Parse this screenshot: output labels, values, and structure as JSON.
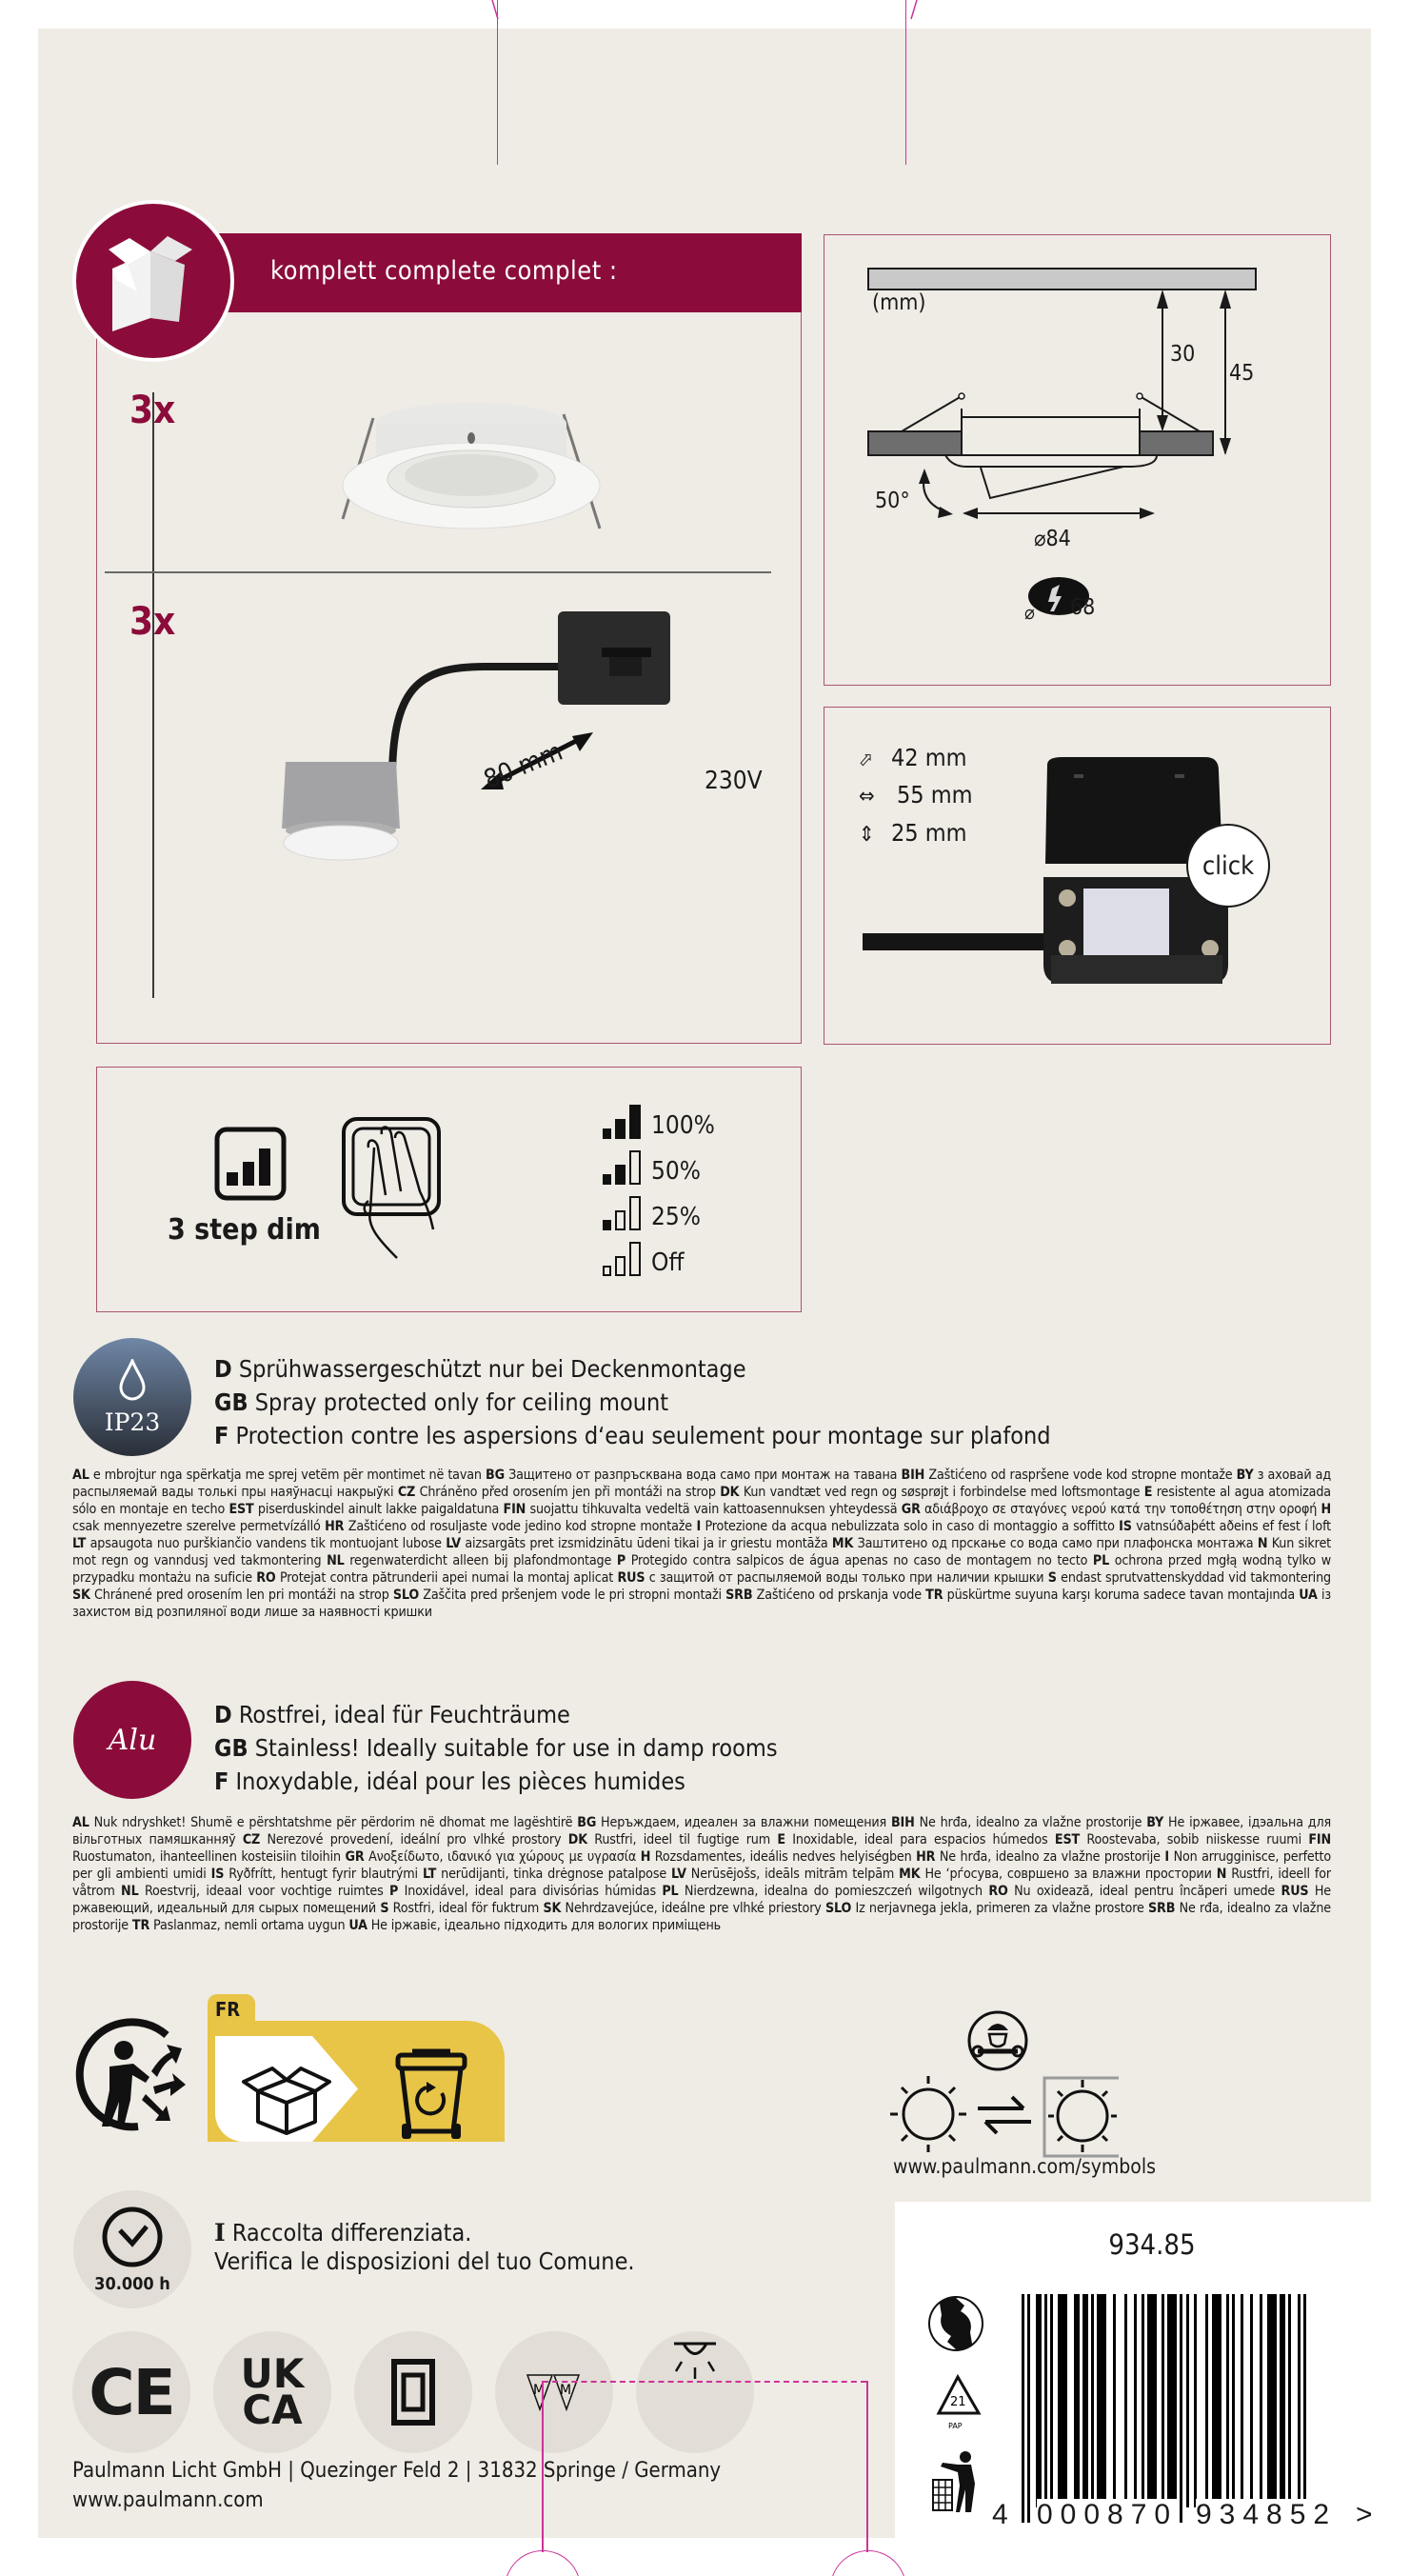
{
  "header": {
    "banner_text": "komplett complete complet :",
    "colors": {
      "maroon": "#8b0c3a",
      "panel_bg": "#efebe5",
      "cutline": "#cc3399",
      "ip_badge": "#3f4a5c",
      "yellow": "#e8c547"
    }
  },
  "contents": {
    "items": [
      {
        "qty": "3x",
        "name": "recessed-fitting"
      },
      {
        "qty": "3x",
        "name": "led-module",
        "cable_length": "80 mm",
        "voltage": "230V"
      }
    ]
  },
  "dimensions_diagram": {
    "unit": "(mm)",
    "depth_min": "30",
    "depth_total": "45",
    "tilt": "50°",
    "outer_diameter": "⌀84",
    "cutout_symbol": "⌀",
    "cutout_diameter": "68"
  },
  "junction_box": {
    "dims": [
      {
        "icon": "⬀",
        "value": "42 mm"
      },
      {
        "icon": "⇔",
        "value": "55 mm"
      },
      {
        "icon": "⇕",
        "value": "25 mm"
      }
    ],
    "callout": "click"
  },
  "dimming": {
    "label": "3 step dim",
    "levels": [
      {
        "bars": [
          1,
          1,
          1
        ],
        "label": "100%"
      },
      {
        "bars": [
          1,
          1,
          0
        ],
        "label": "50%"
      },
      {
        "bars": [
          1,
          0,
          0
        ],
        "label": "25%"
      },
      {
        "bars": [
          0,
          0,
          0
        ],
        "label": "Off"
      }
    ]
  },
  "ip_rating": {
    "badge": "IP23",
    "lines": [
      {
        "code": "D",
        "text": "Sprühwassergeschützt nur bei Deckenmontage"
      },
      {
        "code": "GB",
        "text": "Spray protected only for ceiling mount"
      },
      {
        "code": "F",
        "text": "Protection contre les aspersions d‘eau seulement pour montage sur plafond"
      }
    ],
    "translations": [
      {
        "code": "AL",
        "text": "e mbrojtur nga spërkatja me sprej vetëm për montimet në tavan"
      },
      {
        "code": "BG",
        "text": "Защитено от разпръсквана вода само при монтаж на тавана"
      },
      {
        "code": "BIH",
        "text": "Zaštićeno od raspršene vode kod stropne montaže"
      },
      {
        "code": "BY",
        "text": "з аховай ад распыляемай вады толькі пры наяўнасці накрыўкі"
      },
      {
        "code": "CZ",
        "text": "Chráněno před orosením jen při montáži na strop"
      },
      {
        "code": "DK",
        "text": "Kun vandtæt ved regn og søsprøjt i forbindelse med loftsmontage"
      },
      {
        "code": "E",
        "text": "resistente al agua atomizada sólo en montaje en techo"
      },
      {
        "code": "EST",
        "text": "piserduskindel ainult lakke paigaldatuna"
      },
      {
        "code": "FIN",
        "text": "suojattu tihkuvalta vedeltä vain kattoasennuksen yhteydessä"
      },
      {
        "code": "GR",
        "text": "αδιάβροχο σε σταγόνες νερού κατά την τοποθέτηση στην οροφή"
      },
      {
        "code": "H",
        "text": "csak mennyezetre szerelve permetvízálló"
      },
      {
        "code": "HR",
        "text": "Zaštićeno od rosuljaste vode jedino kod stropne montaže"
      },
      {
        "code": "I",
        "text": "Protezione da acqua nebulizzata solo in caso di montaggio a soffitto"
      },
      {
        "code": "IS",
        "text": "vatnsúðaþétt aðeins ef fest í loft"
      },
      {
        "code": "LT",
        "text": "apsaugota nuo purškiančio vandens tik montuojant lubose"
      },
      {
        "code": "LV",
        "text": "aizsargāts pret izsmidzinātu ūdeni tikai ja ir griestu montāža"
      },
      {
        "code": "MK",
        "text": "Заштитено од прскање со вода само при плафонска монтажа"
      },
      {
        "code": "N",
        "text": "Kun sikret mot regn og vanndusj ved takmontering"
      },
      {
        "code": "NL",
        "text": "regenwaterdicht alleen bij plafondmontage"
      },
      {
        "code": "P",
        "text": "Protegido contra salpicos de água apenas no caso de montagem no tecto"
      },
      {
        "code": "PL",
        "text": "ochrona przed mgłą wodną tylko w przypadku montażu na suficie"
      },
      {
        "code": "RO",
        "text": "Protejat contra pătrunderii apei numai la montaj aplicat"
      },
      {
        "code": "RUS",
        "text": "с защитой от распыляемой воды только при наличии крышки"
      },
      {
        "code": "S",
        "text": "endast sprutvattenskyddad vid takmontering"
      },
      {
        "code": "SK",
        "text": "Chránené pred orosením len pri montáži na strop"
      },
      {
        "code": "SLO",
        "text": "Zaščita pred pršenjem vode le pri stropni montaži"
      },
      {
        "code": "SRB",
        "text": "Zaštićeno od prskanja vode"
      },
      {
        "code": "TR",
        "text": "püskürtme suyuna karşı koruma sadece tavan montajında"
      },
      {
        "code": "UA",
        "text": "із захистом від розпиляної води лише за наявності кришки"
      }
    ]
  },
  "material": {
    "badge": "Alu",
    "lines": [
      {
        "code": "D",
        "text": "Rostfrei, ideal für Feuchträume"
      },
      {
        "code": "GB",
        "text": "Stainless! Ideally suitable for use in damp rooms"
      },
      {
        "code": "F",
        "text": "Inoxydable, idéal pour les pièces humides"
      }
    ],
    "translations": [
      {
        "code": "AL",
        "text": "Nuk ndryshket! Shumë e përshtatshme për përdorim në dhomat me lagështirë"
      },
      {
        "code": "BG",
        "text": "Неръждаем, идеален за влажни помещения"
      },
      {
        "code": "BIH",
        "text": "Ne hrđa, idealno za vlažne prostorije"
      },
      {
        "code": "BY",
        "text": "Не іржавее, ідэальна для вільготных памяшканняў"
      },
      {
        "code": "CZ",
        "text": "Nerezové provedení, ideální pro vlhké prostory"
      },
      {
        "code": "DK",
        "text": "Rustfri, ideel til fugtige rum"
      },
      {
        "code": "E",
        "text": "Inoxidable, ideal para espacios húmedos"
      },
      {
        "code": "EST",
        "text": "Roostevaba, sobib niiskesse ruumi"
      },
      {
        "code": "FIN",
        "text": "Ruostumaton, ihanteellinen kosteisiin tiloihin"
      },
      {
        "code": "GR",
        "text": "Ανοξείδωτο, ιδανικό για χώρους με υγρασία"
      },
      {
        "code": "H",
        "text": "Rozsdamentes, ideális nedves helyiségben"
      },
      {
        "code": "HR",
        "text": "Ne hrđa, idealno za vlažne prostorije"
      },
      {
        "code": "I",
        "text": " Non arrugginisce, perfetto per gli ambienti umidi"
      },
      {
        "code": "IS",
        "text": "Ryðfrítt, hentugt fyrir blautrými"
      },
      {
        "code": "LT",
        "text": "nerūdijanti, tinka drėgnose patalpose"
      },
      {
        "code": "LV",
        "text": "Nerūsējošs, ideāls mitrām telpām"
      },
      {
        "code": "MK",
        "text": "Не ‘рѓосува, совршено за влажни простории"
      },
      {
        "code": "N",
        "text": "Rustfri, ideell for våtrom"
      },
      {
        "code": "NL",
        "text": "Roestvrij, ideaal voor vochtige ruimtes"
      },
      {
        "code": "P",
        "text": "Inoxidável, ideal para divisórias húmidas"
      },
      {
        "code": "PL",
        "text": "Nierdzewna, idealna do pomieszczeń wilgotnych"
      },
      {
        "code": "RO",
        "text": "Nu oxidează, ideal pentru încăperi umede"
      },
      {
        "code": "RUS",
        "text": "Не ржавеющий, идеальный для сырых помещений"
      },
      {
        "code": "S",
        "text": "Rostfri, ideal för fuktrum"
      },
      {
        "code": "SK",
        "text": "Nehrdzavejúce, ideálne pre vlhké priestory"
      },
      {
        "code": "SLO",
        "text": "Iz nerjavnega jekla, primeren za vlažne prostore"
      },
      {
        "code": "SRB",
        "text": "Ne rđa, idealno za vlažne prostorije"
      },
      {
        "code": "TR",
        "text": "Paslanmaz, nemli ortama uygun"
      },
      {
        "code": "UA",
        "text": "Не іржавіє, ідеально підходить для вологих приміщень"
      }
    ]
  },
  "recycling": {
    "country_tab": "FR",
    "symbols_url": "www.paulmann.com/symbols"
  },
  "lifetime": {
    "hours": "30.000 h"
  },
  "disposal_note": {
    "code": "I",
    "line1": "Raccolta differenziata.",
    "line2": "Verifica le disposizioni del tuo Comune."
  },
  "certifications": [
    "CE",
    "UKCA",
    "Class II",
    "M M",
    "Ceiling light"
  ],
  "footer": {
    "address": "Paulmann Licht GmbH | Quezinger Feld 2 | 31832 Springe / Germany",
    "website": "www.paulmann.com"
  },
  "barcode": {
    "article_number": "934.85",
    "ean_first": "4",
    "ean_left": "000870",
    "ean_right": "934852",
    "ean_end": ">",
    "resy_code": "21",
    "resy_label": "PAP"
  }
}
